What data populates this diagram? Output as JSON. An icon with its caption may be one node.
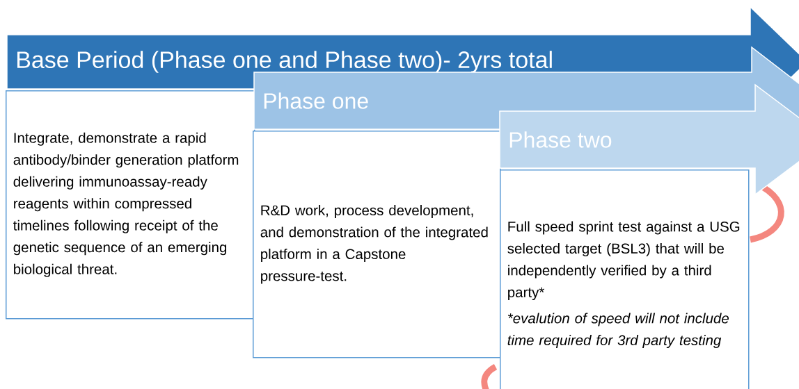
{
  "diagram": {
    "nodes": [
      {
        "text": [
          "Base Period (Phase one and Phase two)- 2yrs total"
        ]
      },
      {
        "text": [
          "Integrate, demonstrate a rapid antibody/binder generation platform delivering immunoassay-ready reagents within compressed timelines following receipt of the genetic sequence of an emerging biological threat."
        ]
      },
      {
        "text": [
          "Phase one"
        ]
      },
      {
        "text": [
          "R&D work, process development, and demonstration of the integrated platform in a Capstone pressure-test."
        ]
      },
      {
        "text": [
          "Phase two"
        ]
      },
      {
        "text": [
          "Full speed sprint test against a USG selected target (BSL3) that will be independently verified by a third party*",
          "*evalution of speed will not include time required for 3rd party testing"
        ]
      }
    ]
  }
}
